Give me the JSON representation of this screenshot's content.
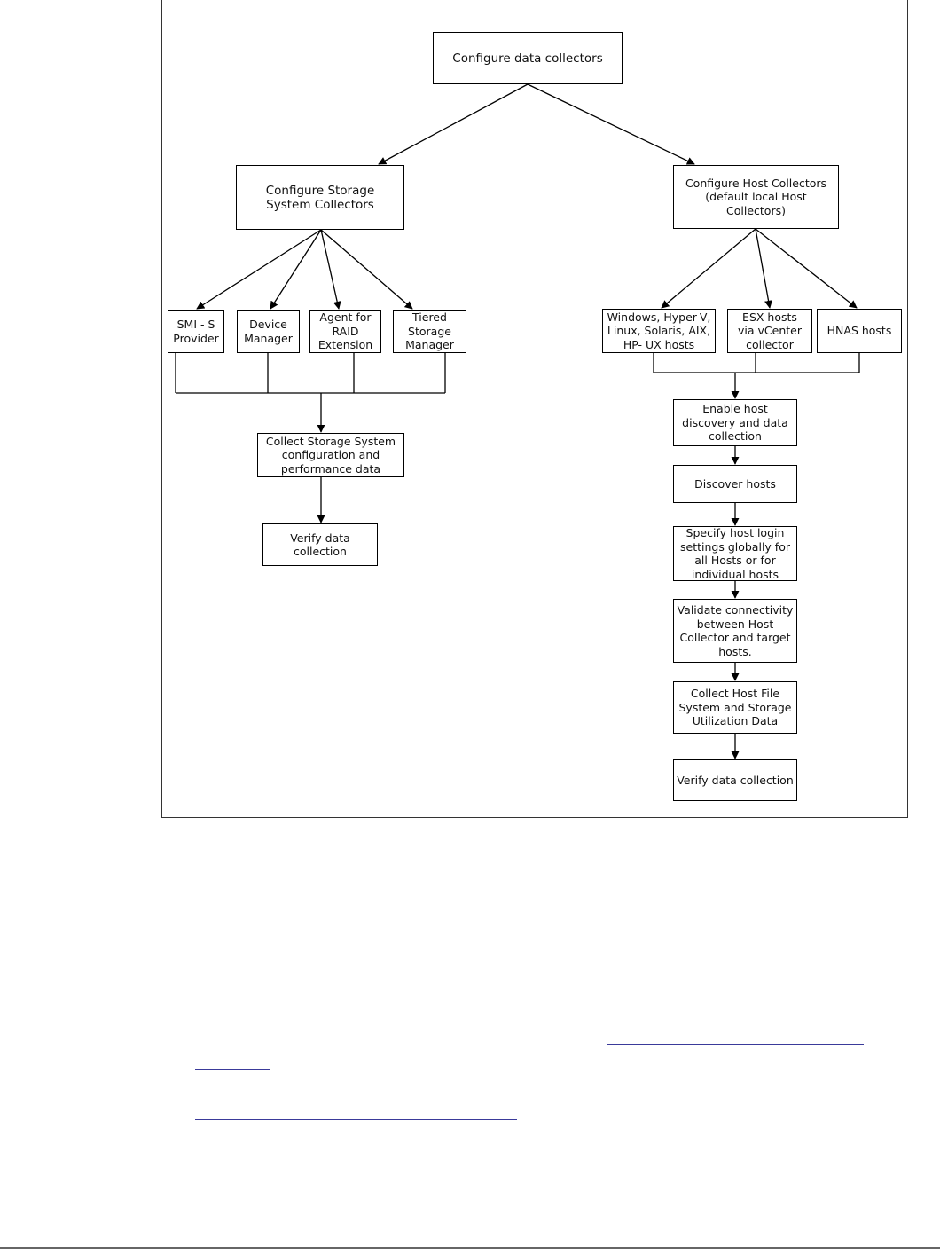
{
  "diagram": {
    "nodes": {
      "configure_data_collectors": "Configure data collectors",
      "configure_storage_system_collectors": "Configure Storage\nSystem Collectors",
      "configure_host_collectors": "Configure Host Collectors\n(default local Host Collectors)",
      "smi_s_provider": "SMI - S\nProvider",
      "device_manager": "Device\nManager",
      "agent_raid_extension": "Agent for\nRAID\nExtension",
      "tiered_storage_manager": "Tiered\nStorage\nManager",
      "collect_storage_system_data": "Collect Storage System\nconfiguration and\nperformance data",
      "verify_data_collection_storage": "Verify data\ncollection",
      "windows_linux_hosts": "Windows, Hyper-V,\nLinux, Solaris, AIX,\nHP- UX  hosts",
      "esx_hosts": "ESX hosts\nvia vCenter\ncollector",
      "hnas_hosts": "HNAS hosts",
      "enable_host_discovery": "Enable host\ndiscovery and data\ncollection",
      "discover_hosts": "Discover hosts",
      "specify_host_login": "Specify host login\nsettings globally for\nall Hosts or for\nindividual hosts",
      "validate_connectivity": "Validate connectivity\nbetween Host\nCollector and target\nhosts.",
      "collect_host_data": "Collect Host File\nSystem and Storage\nUtilization Data",
      "verify_data_collection_host": "Verify data collection"
    }
  },
  "colors": {
    "box_border": "#000000",
    "arrow": "#000000",
    "link": "#3a3a9a"
  }
}
